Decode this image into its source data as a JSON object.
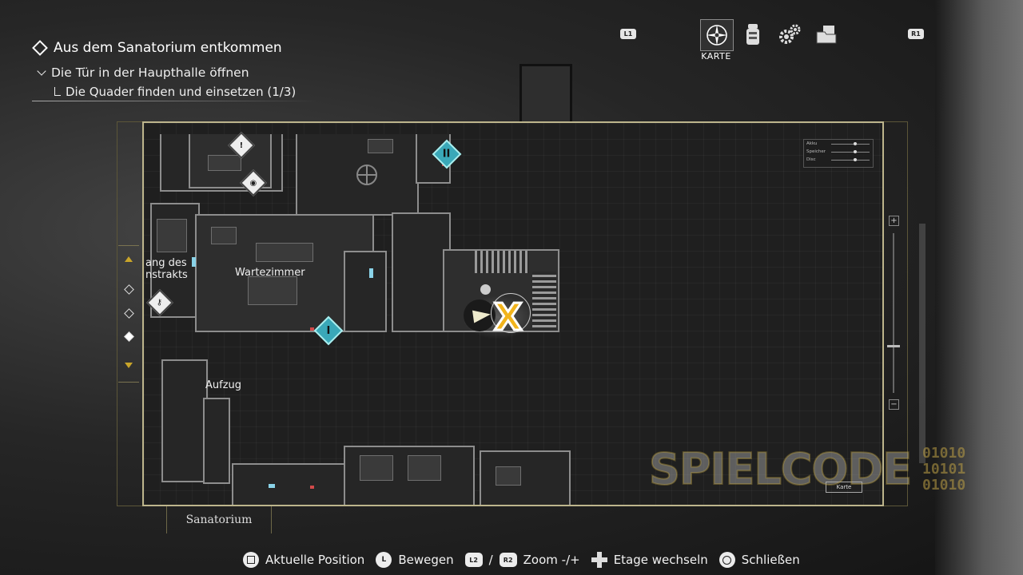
{
  "objective": {
    "main": "Aus dem Sanatorium entkommen",
    "sub": "Die Tür in der Haupthalle öffnen",
    "task": "Die Quader finden und einsetzen (1/3)"
  },
  "tabs": {
    "left_bumper": "L1",
    "right_bumper": "R1",
    "active_label": "KARTE",
    "items": [
      {
        "icon": "compass-icon",
        "label": "KARTE",
        "active": true
      },
      {
        "icon": "inventory-icon",
        "active": false
      },
      {
        "icon": "gears-icon",
        "active": false
      },
      {
        "icon": "files-icon",
        "active": false
      }
    ]
  },
  "map": {
    "labels": {
      "wing": "ang des\nnstrakts",
      "waiting_room": "Wartezimmer",
      "elevator": "Aufzug"
    },
    "markers": {
      "teal_1": "II",
      "teal_2": "I",
      "target": "X"
    },
    "legend": [
      {
        "label": "Akku"
      },
      {
        "label": "Speicher"
      },
      {
        "label": "Disc"
      }
    ],
    "karte_button": "Karte",
    "area_name": "Sanatorium"
  },
  "watermark": {
    "text": "SPIELCODE",
    "binary": [
      "01010",
      "10101",
      "01010"
    ]
  },
  "controls": [
    {
      "button": "□",
      "label": "Aktuelle Position"
    },
    {
      "button": "L",
      "label": "Bewegen"
    },
    {
      "button": "L2",
      "label": "/"
    },
    {
      "button": "R2",
      "label": "Zoom -/+"
    },
    {
      "button": "dpad",
      "label": "Etage wechseln"
    },
    {
      "button": "○",
      "label": "Schließen"
    }
  ],
  "colors": {
    "frame": "#bdb58c",
    "target": "#f2b41c",
    "teal_marker": "#3aa8b8",
    "door_blue": "#8ad3e8",
    "door_red": "#d24a4a"
  }
}
